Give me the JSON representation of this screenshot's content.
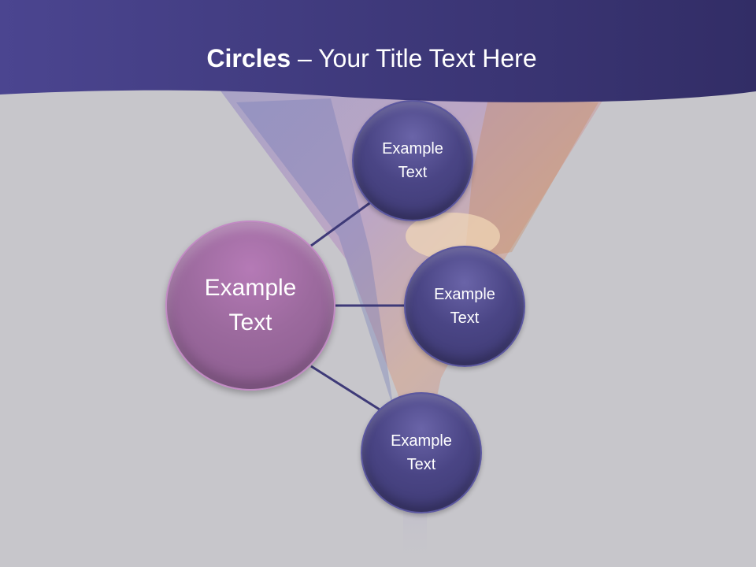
{
  "slide": {
    "title_bold": "Circles",
    "title_rest": " – Your Title Text Here"
  },
  "colors": {
    "header_band": "#3f3a7c",
    "background": "#c7c6cb",
    "small_circle": "#4a4585",
    "large_circle": "#9c6a9e",
    "connector": "#3e3a78"
  },
  "diagram": {
    "center": {
      "label": "Example\nText"
    },
    "nodes": [
      {
        "label": "Example\nText"
      },
      {
        "label": "Example\nText"
      },
      {
        "label": "Example\nText"
      }
    ]
  }
}
